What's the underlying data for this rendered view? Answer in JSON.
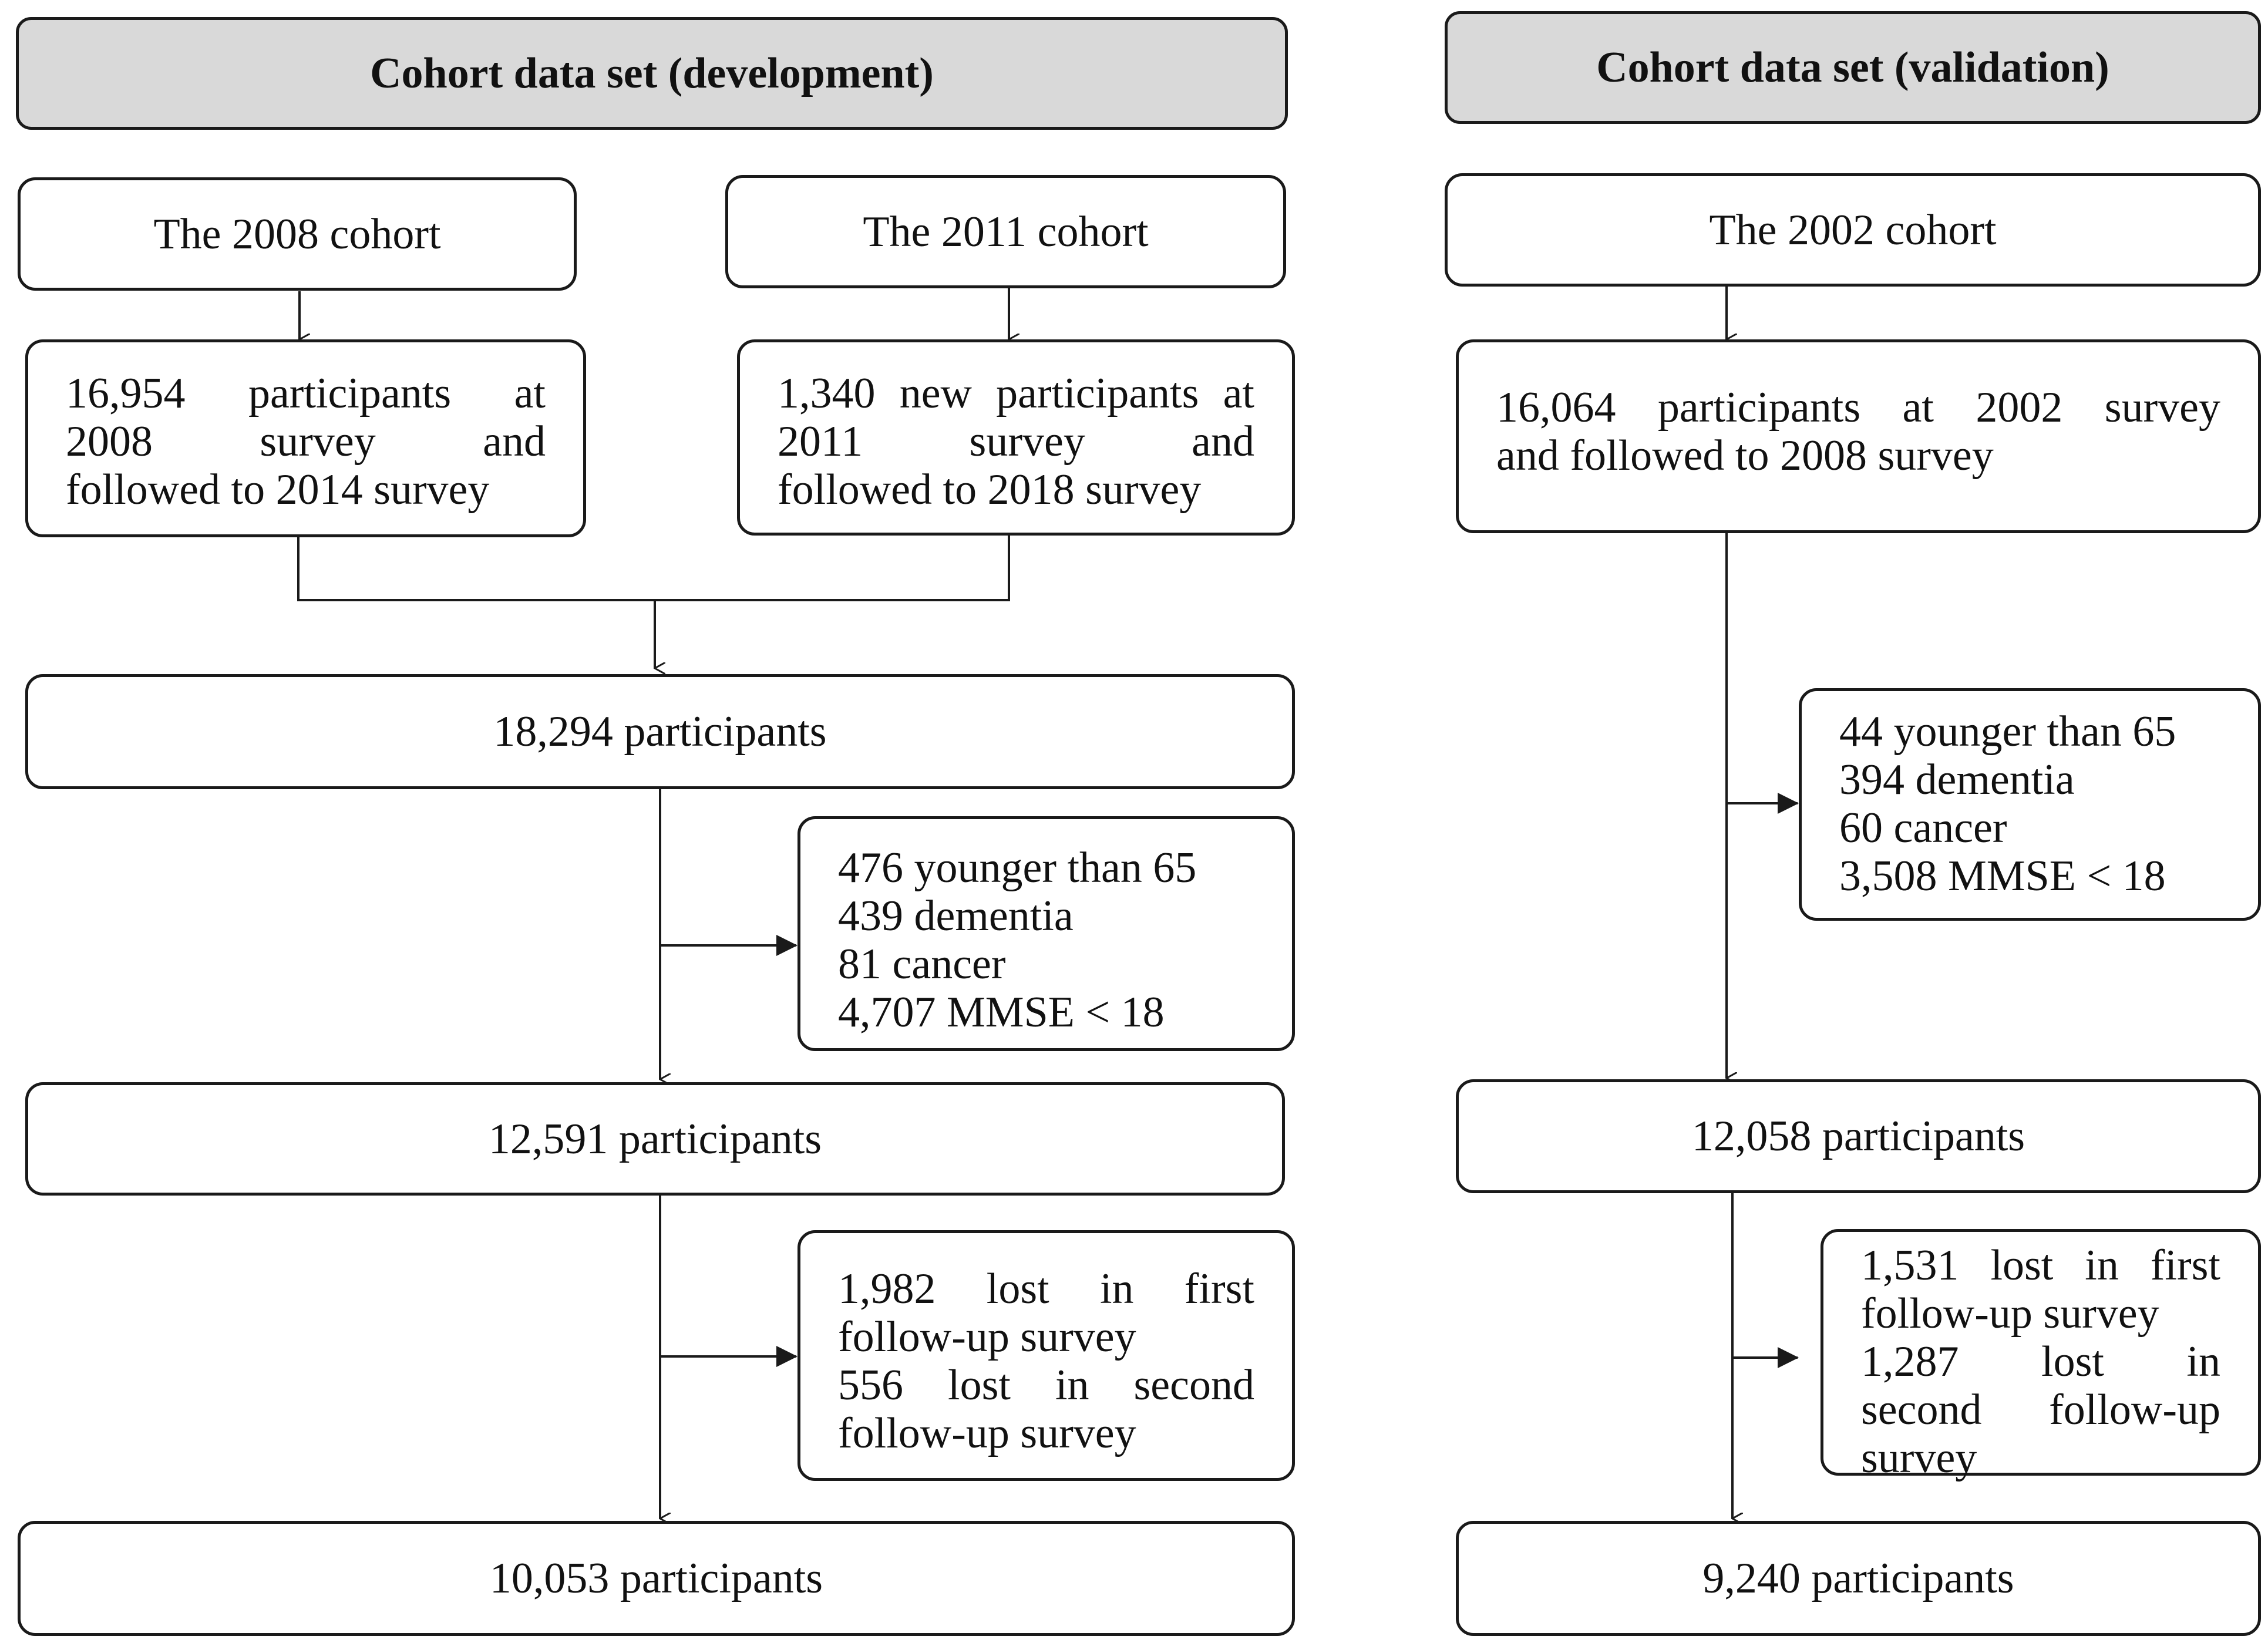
{
  "development": {
    "header": "Cohort data set (development)",
    "cohort_2008": "The 2008 cohort",
    "cohort_2011": "The 2011 cohort",
    "participants_2008": [
      "16,954 participants at",
      "2008 survey and",
      "followed to 2014 survey"
    ],
    "participants_2011": [
      "1,340 new participants at",
      "2011 survey and",
      "followed to 2018 survey"
    ],
    "combined": "18,294 participants",
    "exclusions": [
      "476 younger than 65",
      "439 dementia",
      "81 cancer",
      "4,707 MMSE < 18"
    ],
    "after_exclusion": "12,591 participants",
    "lost": [
      "1,982 lost in first",
      "follow-up survey",
      "556 lost in second",
      "follow-up survey"
    ],
    "final": "10,053 participants"
  },
  "validation": {
    "header": "Cohort data set (validation)",
    "cohort_2002": "The 2002 cohort",
    "participants_2002": [
      "16,064 participants at 2002 survey",
      "and followed to 2008 survey"
    ],
    "exclusions": [
      "44 younger than 65",
      "394 dementia",
      "60 cancer",
      "3,508 MMSE < 18"
    ],
    "after_exclusion": "12,058 participants",
    "lost": [
      "1,531 lost in first",
      "follow-up survey",
      "1,287 lost in",
      "second follow-up",
      "survey"
    ],
    "final": "9,240 participants"
  }
}
